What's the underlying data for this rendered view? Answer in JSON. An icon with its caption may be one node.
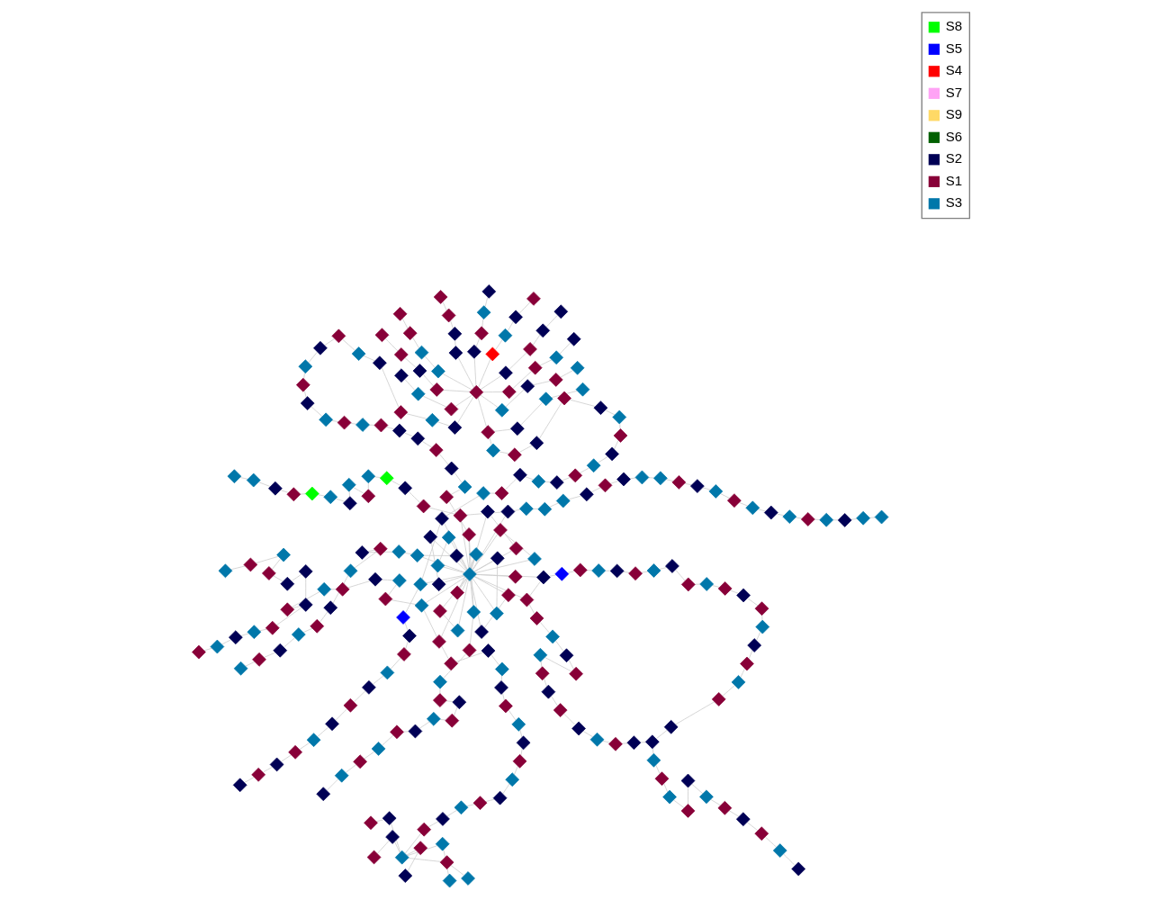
{
  "diagram": {
    "nodes": [
      {
        "text": [],
        "shape": "diamond"
      },
      {
        "text": [],
        "shape": "diamond"
      },
      {
        "text": [],
        "shape": "diamond"
      },
      {
        "text": [],
        "shape": "diamond"
      },
      {
        "text": [],
        "shape": "diamond"
      },
      {
        "text": [],
        "shape": "diamond"
      },
      {
        "text": [],
        "shape": "diamond"
      },
      {
        "text": [],
        "shape": "diamond"
      },
      {
        "text": [],
        "shape": "diamond"
      },
      {
        "text": [],
        "shape": "diamond"
      },
      {
        "text": [],
        "shape": "diamond"
      },
      {
        "text": [],
        "shape": "diamond"
      },
      {
        "text": [],
        "shape": "diamond"
      },
      {
        "text": [],
        "shape": "diamond"
      },
      {
        "text": [],
        "shape": "diamond"
      },
      {
        "text": [],
        "shape": "diamond"
      },
      {
        "text": [],
        "shape": "diamond"
      },
      {
        "text": [],
        "shape": "diamond"
      },
      {
        "text": [],
        "shape": "diamond"
      },
      {
        "text": [],
        "shape": "diamond"
      },
      {
        "text": [],
        "shape": "diamond"
      },
      {
        "text": [],
        "shape": "diamond"
      },
      {
        "text": [],
        "shape": "diamond"
      },
      {
        "text": [],
        "shape": "diamond"
      },
      {
        "text": [],
        "shape": "diamond"
      },
      {
        "text": [],
        "shape": "diamond"
      },
      {
        "text": [],
        "shape": "diamond"
      },
      {
        "text": [],
        "shape": "diamond"
      },
      {
        "text": [],
        "shape": "diamond"
      },
      {
        "text": [],
        "shape": "diamond"
      },
      {
        "text": [],
        "shape": "diamond"
      },
      {
        "text": [],
        "shape": "diamond"
      },
      {
        "text": [],
        "shape": "diamond"
      },
      {
        "text": [],
        "shape": "diamond"
      },
      {
        "text": [],
        "shape": "diamond"
      },
      {
        "text": [],
        "shape": "diamond"
      },
      {
        "text": [],
        "shape": "diamond"
      },
      {
        "text": [],
        "shape": "diamond"
      },
      {
        "text": [],
        "shape": "diamond"
      },
      {
        "text": [],
        "shape": "diamond"
      },
      {
        "text": [],
        "shape": "diamond"
      },
      {
        "text": [],
        "shape": "diamond"
      },
      {
        "text": [],
        "shape": "diamond"
      },
      {
        "text": [],
        "shape": "diamond"
      },
      {
        "text": [],
        "shape": "diamond"
      },
      {
        "text": [],
        "shape": "diamond"
      },
      {
        "text": [],
        "shape": "diamond"
      },
      {
        "text": [],
        "shape": "diamond"
      },
      {
        "text": [],
        "shape": "diamond"
      },
      {
        "text": [],
        "shape": "diamond"
      },
      {
        "text": [],
        "shape": "diamond"
      },
      {
        "text": [],
        "shape": "diamond"
      },
      {
        "text": [],
        "shape": "diamond"
      },
      {
        "text": [],
        "shape": "diamond"
      },
      {
        "text": [],
        "shape": "diamond"
      },
      {
        "text": [],
        "shape": "diamond"
      },
      {
        "text": [],
        "shape": "diamond"
      },
      {
        "text": [],
        "shape": "diamond"
      },
      {
        "text": [],
        "shape": "diamond"
      },
      {
        "text": [],
        "shape": "diamond"
      },
      {
        "text": [],
        "shape": "diamond"
      },
      {
        "text": [],
        "shape": "diamond"
      },
      {
        "text": [],
        "shape": "diamond"
      },
      {
        "text": [],
        "shape": "diamond"
      },
      {
        "text": [],
        "shape": "diamond"
      },
      {
        "text": [],
        "shape": "diamond"
      },
      {
        "text": [],
        "shape": "diamond"
      },
      {
        "text": [],
        "shape": "diamond"
      },
      {
        "text": [],
        "shape": "diamond"
      },
      {
        "text": [],
        "shape": "diamond"
      },
      {
        "text": [],
        "shape": "diamond"
      },
      {
        "text": [],
        "shape": "diamond"
      },
      {
        "text": [],
        "shape": "diamond"
      },
      {
        "text": [],
        "shape": "diamond"
      },
      {
        "text": [],
        "shape": "diamond"
      },
      {
        "text": [],
        "shape": "diamond"
      },
      {
        "text": [],
        "shape": "diamond"
      },
      {
        "text": [],
        "shape": "diamond"
      },
      {
        "text": [],
        "shape": "diamond"
      },
      {
        "text": [],
        "shape": "diamond"
      },
      {
        "text": [],
        "shape": "diamond"
      },
      {
        "text": [],
        "shape": "diamond"
      },
      {
        "text": [],
        "shape": "diamond"
      },
      {
        "text": [],
        "shape": "diamond"
      },
      {
        "text": [],
        "shape": "diamond"
      },
      {
        "text": [],
        "shape": "diamond"
      },
      {
        "text": [],
        "shape": "diamond"
      },
      {
        "text": [],
        "shape": "diamond"
      },
      {
        "text": [],
        "shape": "diamond"
      },
      {
        "text": [],
        "shape": "diamond"
      },
      {
        "text": [],
        "shape": "diamond"
      },
      {
        "text": [],
        "shape": "diamond"
      },
      {
        "text": [],
        "shape": "diamond"
      },
      {
        "text": [],
        "shape": "diamond"
      },
      {
        "text": [],
        "shape": "diamond"
      },
      {
        "text": [],
        "shape": "diamond"
      },
      {
        "text": [],
        "shape": "diamond"
      },
      {
        "text": [],
        "shape": "diamond"
      },
      {
        "text": [],
        "shape": "diamond"
      },
      {
        "text": [],
        "shape": "diamond"
      },
      {
        "text": [],
        "shape": "diamond"
      },
      {
        "text": [],
        "shape": "diamond"
      },
      {
        "text": [],
        "shape": "diamond"
      },
      {
        "text": [],
        "shape": "diamond"
      },
      {
        "text": [],
        "shape": "diamond"
      },
      {
        "text": [],
        "shape": "diamond"
      },
      {
        "text": [],
        "shape": "diamond"
      },
      {
        "text": [],
        "shape": "diamond"
      },
      {
        "text": [],
        "shape": "diamond"
      },
      {
        "text": [],
        "shape": "diamond"
      },
      {
        "text": [],
        "shape": "diamond"
      },
      {
        "text": [],
        "shape": "diamond"
      },
      {
        "text": [],
        "shape": "diamond"
      },
      {
        "text": [],
        "shape": "diamond"
      },
      {
        "text": [],
        "shape": "diamond"
      },
      {
        "text": [],
        "shape": "diamond"
      },
      {
        "text": [],
        "shape": "diamond"
      },
      {
        "text": [],
        "shape": "diamond"
      },
      {
        "text": [],
        "shape": "diamond"
      },
      {
        "text": [],
        "shape": "diamond"
      },
      {
        "text": [],
        "shape": "diamond"
      },
      {
        "text": [],
        "shape": "diamond"
      },
      {
        "text": [],
        "shape": "diamond"
      },
      {
        "text": [],
        "shape": "diamond"
      },
      {
        "text": [],
        "shape": "diamond"
      },
      {
        "text": [],
        "shape": "diamond"
      },
      {
        "text": [],
        "shape": "diamond"
      },
      {
        "text": [],
        "shape": "diamond"
      },
      {
        "text": [],
        "shape": "diamond"
      },
      {
        "text": [],
        "shape": "diamond"
      },
      {
        "text": [],
        "shape": "diamond"
      },
      {
        "text": [],
        "shape": "diamond"
      },
      {
        "text": [],
        "shape": "diamond"
      },
      {
        "text": [],
        "shape": "diamond"
      },
      {
        "text": [],
        "shape": "diamond"
      },
      {
        "text": [],
        "shape": "diamond"
      },
      {
        "text": [],
        "shape": "diamond"
      },
      {
        "text": [],
        "shape": "diamond"
      },
      {
        "text": [],
        "shape": "diamond"
      },
      {
        "text": [],
        "shape": "diamond"
      },
      {
        "text": [],
        "shape": "diamond"
      },
      {
        "text": [],
        "shape": "diamond"
      },
      {
        "text": [],
        "shape": "diamond"
      },
      {
        "text": [],
        "shape": "diamond"
      },
      {
        "text": [],
        "shape": "diamond"
      },
      {
        "text": [],
        "shape": "diamond"
      },
      {
        "text": [],
        "shape": "diamond"
      },
      {
        "text": [],
        "shape": "diamond"
      },
      {
        "text": [],
        "shape": "diamond"
      },
      {
        "text": [],
        "shape": "diamond"
      },
      {
        "text": [],
        "shape": "diamond"
      },
      {
        "text": [],
        "shape": "diamond"
      },
      {
        "text": [],
        "shape": "diamond"
      },
      {
        "text": [],
        "shape": "diamond"
      },
      {
        "text": [],
        "shape": "diamond"
      },
      {
        "text": [],
        "shape": "diamond"
      },
      {
        "text": [],
        "shape": "diamond"
      },
      {
        "text": [],
        "shape": "diamond"
      },
      {
        "text": [],
        "shape": "diamond"
      },
      {
        "text": [],
        "shape": "diamond"
      },
      {
        "text": [],
        "shape": "diamond"
      },
      {
        "text": [],
        "shape": "diamond"
      },
      {
        "text": [],
        "shape": "diamond"
      },
      {
        "text": [],
        "shape": "diamond"
      },
      {
        "text": [],
        "shape": "diamond"
      },
      {
        "text": [],
        "shape": "diamond"
      },
      {
        "text": [],
        "shape": "diamond"
      },
      {
        "text": [],
        "shape": "diamond"
      },
      {
        "text": [],
        "shape": "diamond"
      },
      {
        "text": [],
        "shape": "diamond"
      },
      {
        "text": [],
        "shape": "diamond"
      },
      {
        "text": [],
        "shape": "diamond"
      },
      {
        "text": [],
        "shape": "diamond"
      },
      {
        "text": [],
        "shape": "diamond"
      },
      {
        "text": [],
        "shape": "diamond"
      },
      {
        "text": [],
        "shape": "diamond"
      },
      {
        "text": [],
        "shape": "diamond"
      },
      {
        "text": [],
        "shape": "diamond"
      },
      {
        "text": [],
        "shape": "diamond"
      },
      {
        "text": [],
        "shape": "diamond"
      },
      {
        "text": [],
        "shape": "diamond"
      },
      {
        "text": [],
        "shape": "diamond"
      },
      {
        "text": [],
        "shape": "diamond"
      },
      {
        "text": [],
        "shape": "diamond"
      },
      {
        "text": [],
        "shape": "diamond"
      },
      {
        "text": [],
        "shape": "diamond"
      },
      {
        "text": [],
        "shape": "diamond"
      },
      {
        "text": [],
        "shape": "diamond"
      },
      {
        "text": [],
        "shape": "diamond"
      },
      {
        "text": [],
        "shape": "diamond"
      },
      {
        "text": [],
        "shape": "diamond"
      },
      {
        "text": [],
        "shape": "diamond"
      },
      {
        "text": [],
        "shape": "diamond"
      },
      {
        "text": [],
        "shape": "diamond"
      },
      {
        "text": [],
        "shape": "diamond"
      },
      {
        "text": [],
        "shape": "diamond"
      },
      {
        "text": [],
        "shape": "diamond"
      },
      {
        "text": [],
        "shape": "diamond"
      },
      {
        "text": [],
        "shape": "diamond"
      },
      {
        "text": [],
        "shape": "diamond"
      },
      {
        "text": [],
        "shape": "diamond"
      },
      {
        "text": [],
        "shape": "diamond"
      },
      {
        "text": [],
        "shape": "diamond"
      },
      {
        "text": [],
        "shape": "diamond"
      },
      {
        "text": [],
        "shape": "diamond"
      },
      {
        "text": [],
        "shape": "diamond"
      },
      {
        "text": [],
        "shape": "diamond"
      },
      {
        "text": [],
        "shape": "diamond"
      },
      {
        "text": [],
        "shape": "diamond"
      },
      {
        "text": [],
        "shape": "diamond"
      },
      {
        "text": [],
        "shape": "diamond"
      },
      {
        "text": [],
        "shape": "diamond"
      },
      {
        "text": [],
        "shape": "diamond"
      },
      {
        "text": [],
        "shape": "diamond"
      },
      {
        "text": [],
        "shape": "diamond"
      },
      {
        "text": [],
        "shape": "diamond"
      },
      {
        "text": [],
        "shape": "diamond"
      },
      {
        "text": [],
        "shape": "diamond"
      },
      {
        "text": [],
        "shape": "diamond"
      },
      {
        "text": [],
        "shape": "diamond"
      },
      {
        "text": [],
        "shape": "diamond"
      },
      {
        "text": [],
        "shape": "diamond"
      },
      {
        "text": [],
        "shape": "diamond"
      },
      {
        "text": [],
        "shape": "diamond"
      },
      {
        "text": [],
        "shape": "diamond"
      },
      {
        "text": [],
        "shape": "diamond"
      },
      {
        "text": [],
        "shape": "diamond"
      },
      {
        "text": [],
        "shape": "diamond"
      },
      {
        "text": [],
        "shape": "diamond"
      },
      {
        "text": [],
        "shape": "diamond"
      },
      {
        "text": [],
        "shape": "diamond"
      },
      {
        "text": [],
        "shape": "diamond"
      },
      {
        "text": [],
        "shape": "diamond"
      },
      {
        "text": [],
        "shape": "diamond"
      },
      {
        "text": [],
        "shape": "diamond"
      },
      {
        "text": [],
        "shape": "diamond"
      },
      {
        "text": [],
        "shape": "diamond"
      },
      {
        "text": [],
        "shape": "diamond"
      },
      {
        "text": [],
        "shape": "diamond"
      },
      {
        "text": [],
        "shape": "diamond"
      },
      {
        "text": [],
        "shape": "diamond"
      },
      {
        "text": [],
        "shape": "diamond"
      },
      {
        "text": [],
        "shape": "diamond"
      },
      {
        "text": [],
        "shape": "diamond"
      },
      {
        "text": [],
        "shape": "diamond"
      },
      {
        "text": [],
        "shape": "diamond"
      },
      {
        "text": [],
        "shape": "diamond"
      },
      {
        "text": [],
        "shape": "diamond"
      },
      {
        "text": [],
        "shape": "diamond"
      },
      {
        "text": [],
        "shape": "diamond"
      },
      {
        "text": [],
        "shape": "diamond"
      },
      {
        "text": [],
        "shape": "diamond"
      },
      {
        "text": [],
        "shape": "diamond"
      },
      {
        "text": [],
        "shape": "diamond"
      },
      {
        "text": [],
        "shape": "diamond"
      },
      {
        "text": [],
        "shape": "diamond"
      },
      {
        "text": [],
        "shape": "diamond"
      }
    ],
    "edges": [
      {
        "from": 0,
        "to": 1,
        "arrow": "none"
      },
      {
        "from": 0,
        "to": 2,
        "arrow": "none"
      },
      {
        "from": 0,
        "to": 3,
        "arrow": "none"
      },
      {
        "from": 0,
        "to": 4,
        "arrow": "none"
      },
      {
        "from": 0,
        "to": 5,
        "arrow": "none"
      },
      {
        "from": 0,
        "to": 6,
        "arrow": "none"
      },
      {
        "from": 0,
        "to": 7,
        "arrow": "none"
      },
      {
        "from": 0,
        "to": 8,
        "arrow": "none"
      },
      {
        "from": 0,
        "to": 9,
        "arrow": "none"
      },
      {
        "from": 0,
        "to": 10,
        "arrow": "none"
      },
      {
        "from": 0,
        "to": 11,
        "arrow": "none"
      },
      {
        "from": 0,
        "to": 12,
        "arrow": "none"
      },
      {
        "from": 0,
        "to": 13,
        "arrow": "none"
      },
      {
        "from": 0,
        "to": 14,
        "arrow": "none"
      },
      {
        "from": 0,
        "to": 15,
        "arrow": "none"
      },
      {
        "from": 0,
        "to": 16,
        "arrow": "none"
      },
      {
        "from": 0,
        "to": 17,
        "arrow": "none"
      },
      {
        "from": 0,
        "to": 18,
        "arrow": "none"
      },
      {
        "from": 0,
        "to": 19,
        "arrow": "none"
      },
      {
        "from": 0,
        "to": 20,
        "arrow": "none"
      },
      {
        "from": 0,
        "to": 21,
        "arrow": "none"
      },
      {
        "from": 0,
        "to": 22,
        "arrow": "none"
      },
      {
        "from": 0,
        "to": 23,
        "arrow": "none"
      },
      {
        "from": 0,
        "to": 24,
        "arrow": "none"
      },
      {
        "from": 0,
        "to": 25,
        "arrow": "none"
      },
      {
        "from": 0,
        "to": 26,
        "arrow": "none"
      },
      {
        "from": 0,
        "to": 27,
        "arrow": "none"
      },
      {
        "from": 0,
        "to": 28,
        "arrow": "none"
      },
      {
        "from": 0,
        "to": 29,
        "arrow": "none"
      },
      {
        "from": 1,
        "to": 2,
        "arrow": "none"
      },
      {
        "from": 3,
        "to": 4,
        "arrow": "none"
      },
      {
        "from": 5,
        "to": 6,
        "arrow": "none"
      },
      {
        "from": 7,
        "to": 8,
        "arrow": "none"
      },
      {
        "from": 9,
        "to": 10,
        "arrow": "none"
      },
      {
        "from": 11,
        "to": 12,
        "arrow": "none"
      },
      {
        "from": 13,
        "to": 14,
        "arrow": "none"
      },
      {
        "from": 15,
        "to": 16,
        "arrow": "none"
      },
      {
        "from": 17,
        "to": 18,
        "arrow": "none"
      },
      {
        "from": 19,
        "to": 20,
        "arrow": "none"
      },
      {
        "from": 21,
        "to": 22,
        "arrow": "none"
      },
      {
        "from": 23,
        "to": 24,
        "arrow": "none"
      },
      {
        "from": 25,
        "to": 26,
        "arrow": "none"
      },
      {
        "from": 27,
        "to": 28,
        "arrow": "none"
      },
      {
        "from": 1,
        "to": 30,
        "arrow": "none"
      },
      {
        "from": 30,
        "to": 31,
        "arrow": "none"
      },
      {
        "from": 31,
        "to": 32,
        "arrow": "none"
      },
      {
        "from": 32,
        "to": 33,
        "arrow": "none"
      },
      {
        "from": 33,
        "to": 34,
        "arrow": "none"
      },
      {
        "from": 34,
        "to": 35,
        "arrow": "none"
      },
      {
        "from": 35,
        "to": 36,
        "arrow": "none"
      },
      {
        "from": 36,
        "to": 37,
        "arrow": "none"
      },
      {
        "from": 37,
        "to": 38,
        "arrow": "none"
      },
      {
        "from": 38,
        "to": 39,
        "arrow": "none"
      },
      {
        "from": 39,
        "to": 40,
        "arrow": "none"
      },
      {
        "from": 40,
        "to": 41,
        "arrow": "none"
      },
      {
        "from": 41,
        "to": 42,
        "arrow": "none"
      },
      {
        "from": 42,
        "to": 43,
        "arrow": "none"
      },
      {
        "from": 43,
        "to": 44,
        "arrow": "none"
      },
      {
        "from": 44,
        "to": 45,
        "arrow": "none"
      },
      {
        "from": 45,
        "to": 46,
        "arrow": "none"
      },
      {
        "from": 46,
        "to": 47,
        "arrow": "none"
      },
      {
        "from": 47,
        "to": 48,
        "arrow": "none"
      },
      {
        "from": 48,
        "to": 49,
        "arrow": "none"
      },
      {
        "from": 2,
        "to": 50,
        "arrow": "none"
      },
      {
        "from": 50,
        "to": 51,
        "arrow": "none"
      },
      {
        "from": 51,
        "to": 52,
        "arrow": "none"
      },
      {
        "from": 52,
        "to": 53,
        "arrow": "none"
      },
      {
        "from": 53,
        "to": 54,
        "arrow": "none"
      },
      {
        "from": 54,
        "to": 55,
        "arrow": "none"
      },
      {
        "from": 55,
        "to": 56,
        "arrow": "none"
      },
      {
        "from": 56,
        "to": 57,
        "arrow": "none"
      },
      {
        "from": 57,
        "to": 58,
        "arrow": "none"
      },
      {
        "from": 58,
        "to": 59,
        "arrow": "none"
      },
      {
        "from": 59,
        "to": 60,
        "arrow": "none"
      },
      {
        "from": 60,
        "to": 61,
        "arrow": "none"
      },
      {
        "from": 61,
        "to": 62,
        "arrow": "none"
      },
      {
        "from": 3,
        "to": 63,
        "arrow": "none"
      },
      {
        "from": 63,
        "to": 64,
        "arrow": "none"
      },
      {
        "from": 64,
        "to": 65,
        "arrow": "none"
      },
      {
        "from": 65,
        "to": 66,
        "arrow": "none"
      },
      {
        "from": 66,
        "to": 67,
        "arrow": "none"
      },
      {
        "from": 67,
        "to": 68,
        "arrow": "none"
      },
      {
        "from": 68,
        "to": 69,
        "arrow": "none"
      },
      {
        "from": 69,
        "to": 70,
        "arrow": "none"
      },
      {
        "from": 70,
        "to": 71,
        "arrow": "none"
      },
      {
        "from": 71,
        "to": 72,
        "arrow": "none"
      },
      {
        "from": 72,
        "to": 73,
        "arrow": "none"
      },
      {
        "from": 73,
        "to": 74,
        "arrow": "none"
      },
      {
        "from": 4,
        "to": 75,
        "arrow": "none"
      },
      {
        "from": 75,
        "to": 76,
        "arrow": "none"
      },
      {
        "from": 76,
        "to": 77,
        "arrow": "none"
      },
      {
        "from": 77,
        "to": 78,
        "arrow": "none"
      },
      {
        "from": 78,
        "to": 79,
        "arrow": "none"
      },
      {
        "from": 79,
        "to": 80,
        "arrow": "none"
      },
      {
        "from": 80,
        "to": 81,
        "arrow": "none"
      },
      {
        "from": 81,
        "to": 82,
        "arrow": "none"
      },
      {
        "from": 82,
        "to": 83,
        "arrow": "none"
      },
      {
        "from": 83,
        "to": 84,
        "arrow": "none"
      },
      {
        "from": 84,
        "to": 85,
        "arrow": "none"
      },
      {
        "from": 85,
        "to": 86,
        "arrow": "none"
      },
      {
        "from": 86,
        "to": 87,
        "arrow": "none"
      },
      {
        "from": 87,
        "to": 88,
        "arrow": "none"
      },
      {
        "from": 88,
        "to": 89,
        "arrow": "none"
      },
      {
        "from": 89,
        "to": 90,
        "arrow": "none"
      },
      {
        "from": 90,
        "to": 91,
        "arrow": "none"
      },
      {
        "from": 91,
        "to": 92,
        "arrow": "none"
      },
      {
        "from": 92,
        "to": 93,
        "arrow": "none"
      },
      {
        "from": 93,
        "to": 94,
        "arrow": "none"
      },
      {
        "from": 94,
        "to": 95,
        "arrow": "none"
      },
      {
        "from": 95,
        "to": 96,
        "arrow": "none"
      },
      {
        "from": 95,
        "to": 97,
        "arrow": "none"
      },
      {
        "from": 95,
        "to": 98,
        "arrow": "none"
      },
      {
        "from": 95,
        "to": 99,
        "arrow": "none"
      },
      {
        "from": 95,
        "to": 100,
        "arrow": "none"
      },
      {
        "from": 95,
        "to": 101,
        "arrow": "none"
      },
      {
        "from": 95,
        "to": 102,
        "arrow": "none"
      },
      {
        "from": 95,
        "to": 103,
        "arrow": "none"
      },
      {
        "from": 95,
        "to": 104,
        "arrow": "none"
      },
      {
        "from": 95,
        "to": 105,
        "arrow": "none"
      },
      {
        "from": 96,
        "to": 106,
        "arrow": "none"
      },
      {
        "from": 97,
        "to": 107,
        "arrow": "none"
      },
      {
        "from": 98,
        "to": 108,
        "arrow": "none"
      },
      {
        "from": 99,
        "to": 109,
        "arrow": "none"
      },
      {
        "from": 100,
        "to": 110,
        "arrow": "none"
      },
      {
        "from": 101,
        "to": 111,
        "arrow": "none"
      },
      {
        "from": 102,
        "to": 112,
        "arrow": "none"
      },
      {
        "from": 103,
        "to": 113,
        "arrow": "none"
      },
      {
        "from": 104,
        "to": 114,
        "arrow": "none"
      },
      {
        "from": 105,
        "to": 115,
        "arrow": "none"
      },
      {
        "from": 106,
        "to": 116,
        "arrow": "none"
      },
      {
        "from": 107,
        "to": 117,
        "arrow": "none"
      },
      {
        "from": 108,
        "to": 118,
        "arrow": "none"
      },
      {
        "from": 109,
        "to": 119,
        "arrow": "none"
      },
      {
        "from": 110,
        "to": 120,
        "arrow": "none"
      },
      {
        "from": 111,
        "to": 121,
        "arrow": "none"
      },
      {
        "from": 112,
        "to": 122,
        "arrow": "none"
      },
      {
        "from": 113,
        "to": 123,
        "arrow": "none"
      },
      {
        "from": 114,
        "to": 124,
        "arrow": "none"
      },
      {
        "from": 115,
        "to": 125,
        "arrow": "none"
      },
      {
        "from": 116,
        "to": 126,
        "arrow": "none"
      },
      {
        "from": 117,
        "to": 127,
        "arrow": "none"
      },
      {
        "from": 118,
        "to": 128,
        "arrow": "none"
      },
      {
        "from": 119,
        "to": 129,
        "arrow": "none"
      },
      {
        "from": 120,
        "to": 130,
        "arrow": "none"
      },
      {
        "from": 121,
        "to": 131,
        "arrow": "none"
      },
      {
        "from": 122,
        "to": 132,
        "arrow": "none"
      },
      {
        "from": 123,
        "to": 133,
        "arrow": "none"
      },
      {
        "from": 124,
        "to": 134,
        "arrow": "none"
      },
      {
        "from": 5,
        "to": 135,
        "arrow": "none"
      },
      {
        "from": 135,
        "to": 136,
        "arrow": "none"
      },
      {
        "from": 136,
        "to": 137,
        "arrow": "none"
      },
      {
        "from": 137,
        "to": 138,
        "arrow": "none"
      },
      {
        "from": 138,
        "to": 139,
        "arrow": "none"
      },
      {
        "from": 139,
        "to": 140,
        "arrow": "none"
      },
      {
        "from": 140,
        "to": 141,
        "arrow": "none"
      },
      {
        "from": 141,
        "to": 142,
        "arrow": "none"
      },
      {
        "from": 142,
        "to": 143,
        "arrow": "none"
      },
      {
        "from": 143,
        "to": 144,
        "arrow": "none"
      },
      {
        "from": 144,
        "to": 145,
        "arrow": "none"
      },
      {
        "from": 145,
        "to": 146,
        "arrow": "none"
      },
      {
        "from": 146,
        "to": 147,
        "arrow": "none"
      },
      {
        "from": 147,
        "to": 148,
        "arrow": "none"
      },
      {
        "from": 148,
        "to": 149,
        "arrow": "none"
      },
      {
        "from": 149,
        "to": 97,
        "arrow": "none"
      },
      {
        "from": 6,
        "to": 150,
        "arrow": "none"
      },
      {
        "from": 150,
        "to": 151,
        "arrow": "none"
      },
      {
        "from": 151,
        "to": 152,
        "arrow": "none"
      },
      {
        "from": 152,
        "to": 153,
        "arrow": "none"
      },
      {
        "from": 153,
        "to": 154,
        "arrow": "none"
      },
      {
        "from": 154,
        "to": 155,
        "arrow": "none"
      },
      {
        "from": 155,
        "to": 156,
        "arrow": "none"
      },
      {
        "from": 156,
        "to": 157,
        "arrow": "none"
      },
      {
        "from": 157,
        "to": 158,
        "arrow": "none"
      },
      {
        "from": 158,
        "to": 159,
        "arrow": "none"
      },
      {
        "from": 159,
        "to": 160,
        "arrow": "none"
      },
      {
        "from": 160,
        "to": 161,
        "arrow": "none"
      },
      {
        "from": 7,
        "to": 162,
        "arrow": "none"
      },
      {
        "from": 162,
        "to": 163,
        "arrow": "none"
      },
      {
        "from": 163,
        "to": 164,
        "arrow": "none"
      },
      {
        "from": 164,
        "to": 165,
        "arrow": "none"
      },
      {
        "from": 165,
        "to": 166,
        "arrow": "none"
      },
      {
        "from": 166,
        "to": 167,
        "arrow": "none"
      },
      {
        "from": 167,
        "to": 168,
        "arrow": "none"
      },
      {
        "from": 168,
        "to": 169,
        "arrow": "none"
      },
      {
        "from": 169,
        "to": 170,
        "arrow": "none"
      },
      {
        "from": 170,
        "to": 171,
        "arrow": "none"
      },
      {
        "from": 171,
        "to": 172,
        "arrow": "none"
      },
      {
        "from": 172,
        "to": 173,
        "arrow": "none"
      },
      {
        "from": 173,
        "to": 174,
        "arrow": "none"
      },
      {
        "from": 174,
        "to": 175,
        "arrow": "none"
      },
      {
        "from": 175,
        "to": 176,
        "arrow": "none"
      },
      {
        "from": 176,
        "to": 177,
        "arrow": "none"
      },
      {
        "from": 177,
        "to": 178,
        "arrow": "none"
      },
      {
        "from": 178,
        "to": 179,
        "arrow": "none"
      },
      {
        "from": 179,
        "to": 180,
        "arrow": "none"
      },
      {
        "from": 180,
        "to": 181,
        "arrow": "none"
      },
      {
        "from": 181,
        "to": 182,
        "arrow": "none"
      },
      {
        "from": 182,
        "to": 183,
        "arrow": "none"
      },
      {
        "from": 183,
        "to": 184,
        "arrow": "none"
      },
      {
        "from": 184,
        "to": 185,
        "arrow": "none"
      },
      {
        "from": 185,
        "to": 186,
        "arrow": "none"
      },
      {
        "from": 186,
        "to": 187,
        "arrow": "none"
      },
      {
        "from": 187,
        "to": 188,
        "arrow": "none"
      },
      {
        "from": 188,
        "to": 189,
        "arrow": "none"
      },
      {
        "from": 189,
        "to": 190,
        "arrow": "none"
      },
      {
        "from": 190,
        "to": 191,
        "arrow": "none"
      },
      {
        "from": 8,
        "to": 192,
        "arrow": "none"
      },
      {
        "from": 192,
        "to": 193,
        "arrow": "none"
      },
      {
        "from": 193,
        "to": 194,
        "arrow": "none"
      },
      {
        "from": 194,
        "to": 195,
        "arrow": "none"
      },
      {
        "from": 195,
        "to": 196,
        "arrow": "none"
      },
      {
        "from": 196,
        "to": 197,
        "arrow": "none"
      },
      {
        "from": 197,
        "to": 198,
        "arrow": "none"
      },
      {
        "from": 198,
        "to": 199,
        "arrow": "none"
      },
      {
        "from": 199,
        "to": 200,
        "arrow": "none"
      },
      {
        "from": 200,
        "to": 201,
        "arrow": "none"
      },
      {
        "from": 201,
        "to": 202,
        "arrow": "none"
      },
      {
        "from": 202,
        "to": 203,
        "arrow": "none"
      },
      {
        "from": 203,
        "to": 180,
        "arrow": "none"
      },
      {
        "from": 9,
        "to": 204,
        "arrow": "none"
      },
      {
        "from": 204,
        "to": 205,
        "arrow": "none"
      },
      {
        "from": 205,
        "to": 206,
        "arrow": "none"
      },
      {
        "from": 206,
        "to": 207,
        "arrow": "none"
      },
      {
        "from": 207,
        "to": 208,
        "arrow": "none"
      },
      {
        "from": 208,
        "to": 209,
        "arrow": "none"
      },
      {
        "from": 209,
        "to": 210,
        "arrow": "none"
      },
      {
        "from": 210,
        "to": 211,
        "arrow": "none"
      },
      {
        "from": 211,
        "to": 212,
        "arrow": "none"
      },
      {
        "from": 212,
        "to": 213,
        "arrow": "none"
      },
      {
        "from": 213,
        "to": 214,
        "arrow": "none"
      },
      {
        "from": 214,
        "to": 215,
        "arrow": "none"
      },
      {
        "from": 210,
        "to": 216,
        "arrow": "none"
      },
      {
        "from": 216,
        "to": 217,
        "arrow": "none"
      },
      {
        "from": 217,
        "to": 218,
        "arrow": "none"
      },
      {
        "from": 218,
        "to": 219,
        "arrow": "none"
      },
      {
        "from": 219,
        "to": 220,
        "arrow": "none"
      },
      {
        "from": 220,
        "to": 221,
        "arrow": "none"
      },
      {
        "from": 10,
        "to": 222,
        "arrow": "none"
      },
      {
        "from": 222,
        "to": 223,
        "arrow": "none"
      },
      {
        "from": 223,
        "to": 224,
        "arrow": "none"
      },
      {
        "from": 224,
        "to": 225,
        "arrow": "none"
      },
      {
        "from": 225,
        "to": 226,
        "arrow": "none"
      },
      {
        "from": 226,
        "to": 227,
        "arrow": "none"
      },
      {
        "from": 227,
        "to": 228,
        "arrow": "none"
      },
      {
        "from": 228,
        "to": 229,
        "arrow": "none"
      },
      {
        "from": 229,
        "to": 230,
        "arrow": "none"
      },
      {
        "from": 230,
        "to": 231,
        "arrow": "none"
      },
      {
        "from": 231,
        "to": 232,
        "arrow": "none"
      },
      {
        "from": 232,
        "to": 233,
        "arrow": "none"
      },
      {
        "from": 233,
        "to": 234,
        "arrow": "none"
      },
      {
        "from": 234,
        "to": 235,
        "arrow": "none"
      },
      {
        "from": 235,
        "to": 236,
        "arrow": "none"
      },
      {
        "from": 236,
        "to": 237,
        "arrow": "none"
      },
      {
        "from": 236,
        "to": 238,
        "arrow": "none"
      },
      {
        "from": 236,
        "to": 239,
        "arrow": "none"
      },
      {
        "from": 236,
        "to": 240,
        "arrow": "none"
      },
      {
        "from": 236,
        "to": 241,
        "arrow": "none"
      },
      {
        "from": 237,
        "to": 242,
        "arrow": "none"
      },
      {
        "from": 238,
        "to": 243,
        "arrow": "none"
      },
      {
        "from": 239,
        "to": 244,
        "arrow": "none"
      },
      {
        "from": 240,
        "to": 245,
        "arrow": "none"
      },
      {
        "from": 241,
        "to": 246,
        "arrow": "none"
      },
      {
        "from": 11,
        "to": 247,
        "arrow": "none"
      },
      {
        "from": 247,
        "to": 248,
        "arrow": "none"
      },
      {
        "from": 248,
        "to": 249,
        "arrow": "none"
      },
      {
        "from": 249,
        "to": 250,
        "arrow": "none"
      },
      {
        "from": 250,
        "to": 251,
        "arrow": "none"
      },
      {
        "from": 251,
        "to": 252,
        "arrow": "none"
      },
      {
        "from": 252,
        "to": 253,
        "arrow": "none"
      },
      {
        "from": 253,
        "to": 254,
        "arrow": "none"
      },
      {
        "from": 254,
        "to": 255,
        "arrow": "none"
      },
      {
        "from": 255,
        "to": 256,
        "arrow": "none"
      }
    ],
    "legend": [
      {
        "text": "S8",
        "color": "#00ff00"
      },
      {
        "text": "S5",
        "color": "#0000ff"
      },
      {
        "text": "S4",
        "color": "#ff0000"
      },
      {
        "text": "S7",
        "color": "#ffa3f5"
      },
      {
        "text": "S9",
        "color": "#ffd966"
      },
      {
        "text": "S6",
        "color": "#006000"
      },
      {
        "text": "S2",
        "color": "#000055"
      },
      {
        "text": "S1",
        "color": "#880038"
      },
      {
        "text": "S3",
        "color": "#0077aa"
      }
    ]
  }
}
